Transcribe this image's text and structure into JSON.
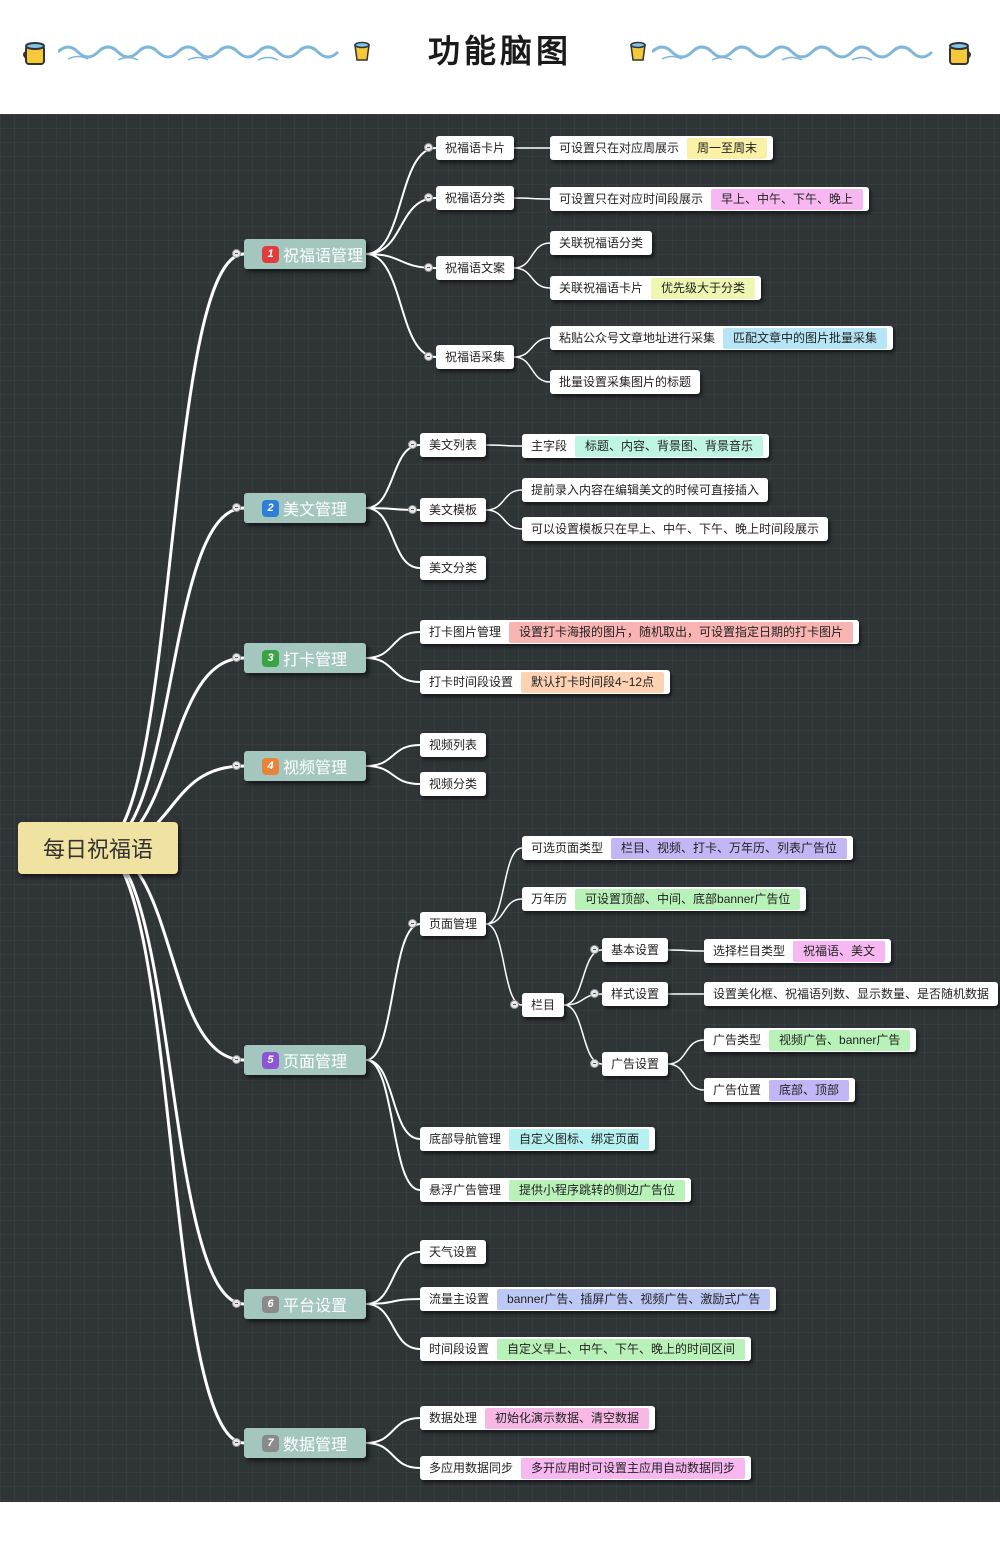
{
  "header": {
    "title": "功能脑图"
  },
  "colors": {
    "canvas": "#2f3437",
    "root": "#f0e2a0",
    "main": "#a3c6be",
    "line": "#ffffff"
  },
  "mindmap": {
    "root": "每日祝福语",
    "branches": [
      {
        "num": "1",
        "badge_color": "#e03c3c",
        "label": "祝福语管理",
        "children": [
          {
            "label": "祝福语卡片",
            "children": [
              {
                "label": "可设置只在对应周展示",
                "tag": "周一至周末",
                "tag_color": "#fbf1a6"
              }
            ]
          },
          {
            "label": "祝福语分类",
            "children": [
              {
                "label": "可设置只在对应时间段展示",
                "tag": "早上、中午、下午、晚上",
                "tag_color": "#f7b8f2"
              }
            ]
          },
          {
            "label": "祝福语文案",
            "children": [
              {
                "label": "关联祝福语分类"
              },
              {
                "label": "关联祝福语卡片",
                "tag": "优先级大于分类",
                "tag_color": "#eef6b1"
              }
            ]
          },
          {
            "label": "祝福语采集",
            "children": [
              {
                "label": "粘贴公众号文章地址进行采集",
                "tag": "匹配文章中的图片批量采集",
                "tag_color": "#b6e6f6"
              },
              {
                "label": "批量设置采集图片的标题"
              }
            ]
          }
        ]
      },
      {
        "num": "2",
        "badge_color": "#2f7fd8",
        "label": "美文管理",
        "children": [
          {
            "label": "美文列表",
            "children": [
              {
                "label": "主字段",
                "tag": "标题、内容、背景图、背景音乐",
                "tag_color": "#bff5e3"
              }
            ]
          },
          {
            "label": "美文模板",
            "children": [
              {
                "label": "提前录入内容在编辑美文的时候可直接插入"
              },
              {
                "label": "可以设置模板只在早上、中午、下午、晚上时间段展示"
              }
            ]
          },
          {
            "label": "美文分类"
          }
        ]
      },
      {
        "num": "3",
        "badge_color": "#3aa344",
        "label": "打卡管理",
        "children": [
          {
            "label": "打卡图片管理",
            "tag": "设置打卡海报的图片，随机取出，可设置指定日期的打卡图片",
            "tag_color": "#f8b3b3"
          },
          {
            "label": "打卡时间段设置",
            "tag": "默认打卡时间段4~12点",
            "tag_color": "#fcd2b3"
          }
        ]
      },
      {
        "num": "4",
        "badge_color": "#e8843a",
        "label": "视频管理",
        "children": [
          {
            "label": "视频列表"
          },
          {
            "label": "视频分类"
          }
        ]
      },
      {
        "num": "5",
        "badge_color": "#8c55d6",
        "label": "页面管理",
        "children": [
          {
            "label": "页面管理",
            "children": [
              {
                "label": "可选页面类型",
                "tag": "栏目、视频、打卡、万年历、列表广告位",
                "tag_color": "#c2b6f5"
              },
              {
                "label": "万年历",
                "tag": "可设置顶部、中间、底部banner广告位",
                "tag_color": "#b8f2b8"
              },
              {
                "label": "栏目",
                "children": [
                  {
                    "label": "基本设置",
                    "children": [
                      {
                        "label": "选择栏目类型",
                        "tag": "祝福语、美文",
                        "tag_color": "#f7b8f2"
                      }
                    ]
                  },
                  {
                    "label": "样式设置",
                    "children": [
                      {
                        "label": "设置美化框、祝福语列数、显示数量、是否随机数据"
                      }
                    ]
                  },
                  {
                    "label": "广告设置",
                    "children": [
                      {
                        "label": "广告类型",
                        "tag": "视频广告、banner广告",
                        "tag_color": "#b8f2b8"
                      },
                      {
                        "label": "广告位置",
                        "tag": "底部、顶部",
                        "tag_color": "#c2b6f5"
                      }
                    ]
                  }
                ]
              }
            ]
          },
          {
            "label": "底部导航管理",
            "tag": "自定义图标、绑定页面",
            "tag_color": "#b6f1f1"
          },
          {
            "label": "悬浮广告管理",
            "tag": "提供小程序跳转的侧边广告位",
            "tag_color": "#b8f2b8"
          }
        ]
      },
      {
        "num": "6",
        "badge_color": "#8a8a8a",
        "label": "平台设置",
        "children": [
          {
            "label": "天气设置"
          },
          {
            "label": "流量主设置",
            "tag": "banner广告、插屏广告、视频广告、激励式广告",
            "tag_color": "#bcc9f5"
          },
          {
            "label": "时间段设置",
            "tag": "自定义早上、中午、下午、晚上的时间区间",
            "tag_color": "#b8f2b8"
          }
        ]
      },
      {
        "num": "7",
        "badge_color": "#8a8a8a",
        "label": "数据管理",
        "children": [
          {
            "label": "数据处理",
            "tag": "初始化演示数据、清空数据",
            "tag_color": "#f7b8e6"
          },
          {
            "label": "多应用数据同步",
            "tag": "多开应用时可设置主应用自动数据同步",
            "tag_color": "#f7b8f2"
          }
        ]
      }
    ]
  }
}
